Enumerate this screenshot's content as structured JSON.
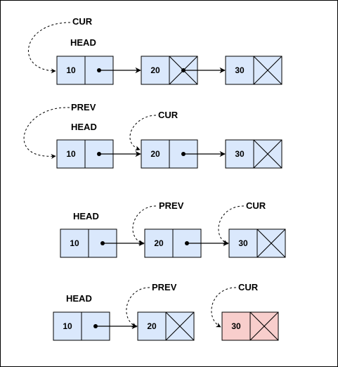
{
  "colors": {
    "node_fill": "#dae8fc",
    "node_stroke": "#000000",
    "deleted_fill": "#f8cecc",
    "frame": "#000000"
  },
  "diagram": {
    "steps": [
      {
        "nodes": [
          {
            "value": "10",
            "null_next": false,
            "deleted": false
          },
          {
            "value": "20",
            "null_next": true,
            "deleted": false
          },
          {
            "value": "30",
            "null_next": true,
            "deleted": false
          }
        ],
        "links": [
          [
            0,
            1
          ],
          [
            1,
            2
          ]
        ],
        "pointers": [
          {
            "label": "CUR",
            "target_node": 0,
            "style": "loop"
          },
          {
            "label": "HEAD",
            "target_node": 0,
            "style": "plain"
          }
        ]
      },
      {
        "nodes": [
          {
            "value": "10",
            "null_next": false,
            "deleted": false
          },
          {
            "value": "20",
            "null_next": false,
            "deleted": false
          },
          {
            "value": "30",
            "null_next": true,
            "deleted": false
          }
        ],
        "links": [
          [
            0,
            1
          ],
          [
            1,
            2
          ]
        ],
        "pointers": [
          {
            "label": "PREV",
            "target_node": 0,
            "style": "loop"
          },
          {
            "label": "HEAD",
            "target_node": 0,
            "style": "plain"
          },
          {
            "label": "CUR",
            "target_node": 1,
            "style": "curve"
          }
        ]
      },
      {
        "nodes": [
          {
            "value": "10",
            "null_next": false,
            "deleted": false
          },
          {
            "value": "20",
            "null_next": false,
            "deleted": false
          },
          {
            "value": "30",
            "null_next": true,
            "deleted": false
          }
        ],
        "links": [
          [
            0,
            1
          ],
          [
            1,
            2
          ]
        ],
        "pointers": [
          {
            "label": "HEAD",
            "target_node": 0,
            "style": "plain"
          },
          {
            "label": "PREV",
            "target_node": 1,
            "style": "curve"
          },
          {
            "label": "CUR",
            "target_node": 2,
            "style": "curve"
          }
        ]
      },
      {
        "nodes": [
          {
            "value": "10",
            "null_next": false,
            "deleted": false
          },
          {
            "value": "20",
            "null_next": true,
            "deleted": false
          },
          {
            "value": "30",
            "null_next": true,
            "deleted": true
          }
        ],
        "links": [
          [
            0,
            1
          ]
        ],
        "pointers": [
          {
            "label": "HEAD",
            "target_node": 0,
            "style": "plain"
          },
          {
            "label": "PREV",
            "target_node": 1,
            "style": "curve"
          },
          {
            "label": "CUR",
            "target_node": 2,
            "style": "curve"
          }
        ]
      }
    ]
  }
}
